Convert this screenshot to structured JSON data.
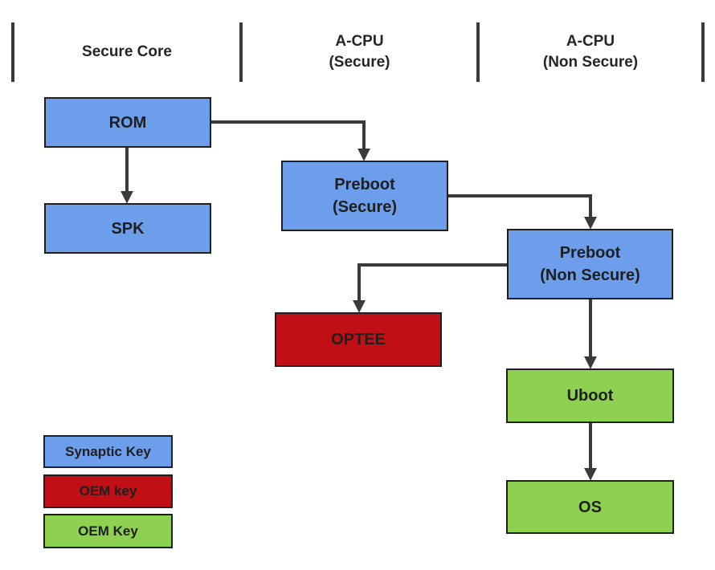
{
  "colors": {
    "blue": "#6d9eeb",
    "red": "#c01015",
    "green": "#8ed04f",
    "line": "#3a3a3a",
    "border": "#1f1f1f",
    "text": "#1f1f1f",
    "header_text": "#262626"
  },
  "headers": {
    "secure_core": "Secure Core",
    "acpu_secure": "A-CPU\n(Secure)",
    "acpu_non_secure": "A-CPU\n(Non Secure)"
  },
  "nodes": {
    "rom": "ROM",
    "spk": "SPK",
    "preboot_secure": "Preboot\n(Secure)",
    "preboot_non_secure": "Preboot\n(Non Secure)",
    "optee": "OPTEE",
    "uboot": "Uboot",
    "os": "OS"
  },
  "edges": [
    {
      "from": "ROM",
      "to": "SPK"
    },
    {
      "from": "ROM",
      "to": "Preboot (Secure)"
    },
    {
      "from": "Preboot (Secure)",
      "to": "Preboot (Non Secure)"
    },
    {
      "from": "Preboot (Non Secure)",
      "to": "OPTEE"
    },
    {
      "from": "Preboot (Non Secure)",
      "to": "Uboot"
    },
    {
      "from": "Uboot",
      "to": "OS"
    }
  ],
  "legend": {
    "synaptic_key": "Synaptic Key",
    "oem_key_red": "OEM key",
    "oem_key_green": "OEM Key"
  }
}
